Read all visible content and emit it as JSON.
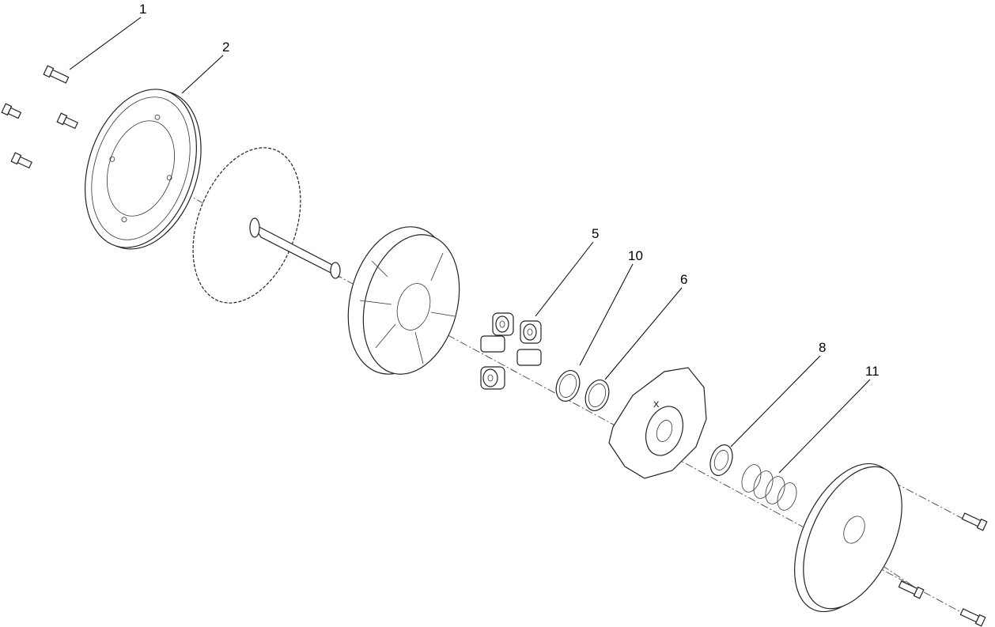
{
  "diagram": {
    "type": "exploded parts view",
    "callouts": [
      "1",
      "2",
      "5",
      "10",
      "6",
      "8",
      "11"
    ]
  }
}
